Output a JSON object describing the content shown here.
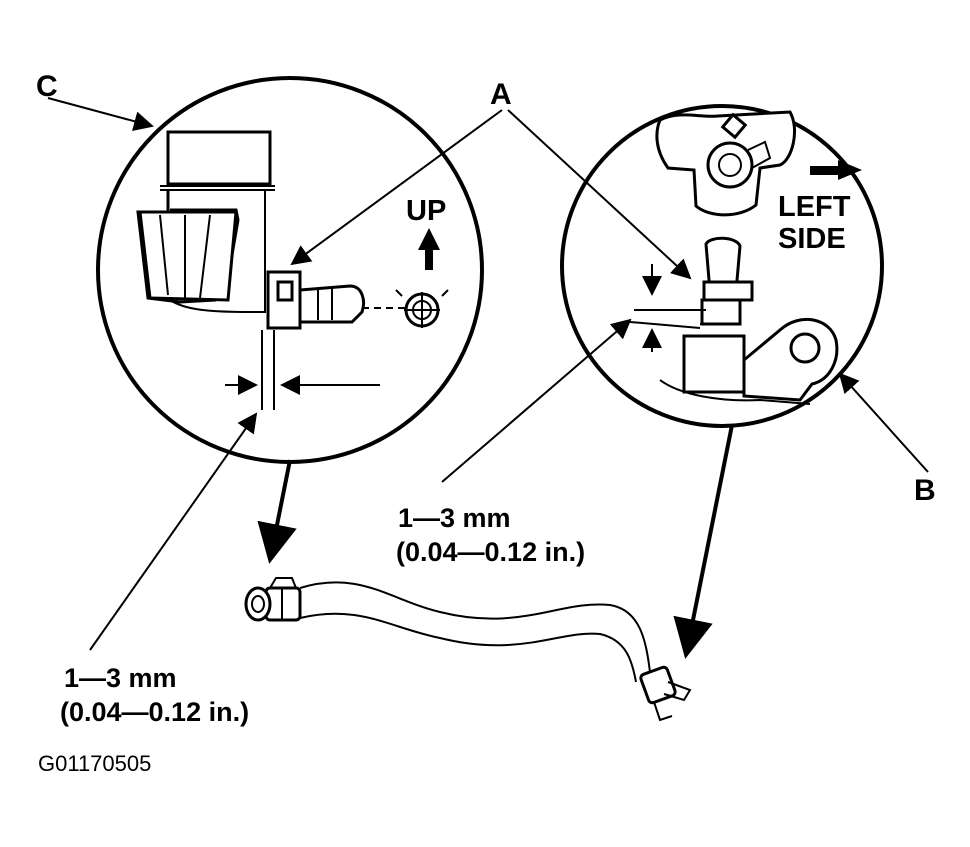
{
  "callouts": {
    "a": "A",
    "b": "B",
    "c": "C"
  },
  "left_detail": {
    "direction_label": "UP"
  },
  "right_detail": {
    "direction_label_line1": "LEFT",
    "direction_label_line2": "SIDE"
  },
  "measurements": {
    "right": {
      "line1": "1—3 mm",
      "line2": "(0.04—0.12 in.)"
    },
    "left": {
      "line1": "1—3 mm",
      "line2": "(0.04—0.12 in.)"
    }
  },
  "figure_code": "G01170505"
}
